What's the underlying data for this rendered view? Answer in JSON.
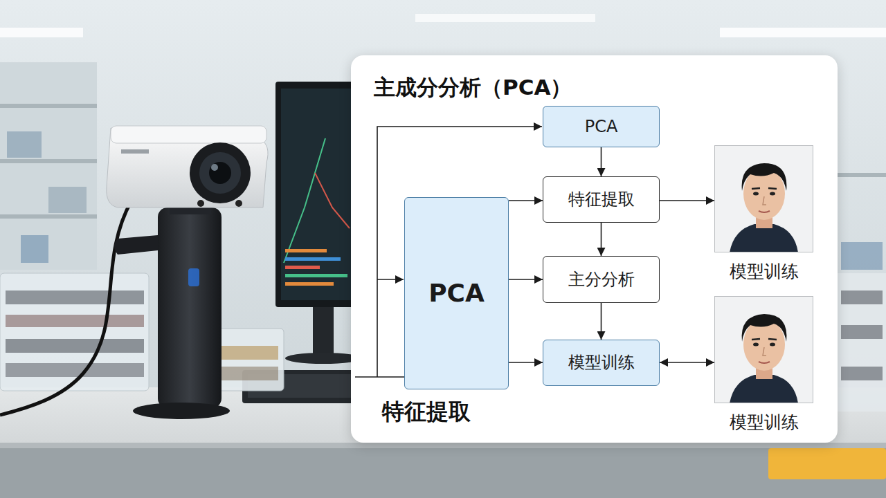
{
  "diagram": {
    "title": "主成分分析（PCA）",
    "nodes": [
      {
        "text": [
          "PCA"
        ]
      },
      {
        "text": [
          "PCA"
        ]
      },
      {
        "text": [
          "特征提取"
        ]
      },
      {
        "text": [
          "主分分析"
        ]
      },
      {
        "text": [
          "模型训练"
        ]
      },
      {
        "text": [
          "模型训练"
        ]
      },
      {
        "text": [
          "模型训练"
        ]
      }
    ],
    "edges": [
      {
        "from": 0,
        "to": 2,
        "arrow": "to"
      },
      {
        "from": 2,
        "to": 3,
        "arrow": "to"
      },
      {
        "from": 3,
        "to": 4,
        "arrow": "to"
      },
      {
        "from": 1,
        "to": 2,
        "arrow": "to"
      },
      {
        "from": 1,
        "to": 3,
        "arrow": "to"
      },
      {
        "from": 1,
        "to": 4,
        "arrow": "to"
      },
      {
        "from": 2,
        "to": 5,
        "arrow": "to"
      },
      {
        "from": 4,
        "to": 6,
        "arrow": "both"
      }
    ],
    "labels": [
      "特征提取"
    ]
  }
}
